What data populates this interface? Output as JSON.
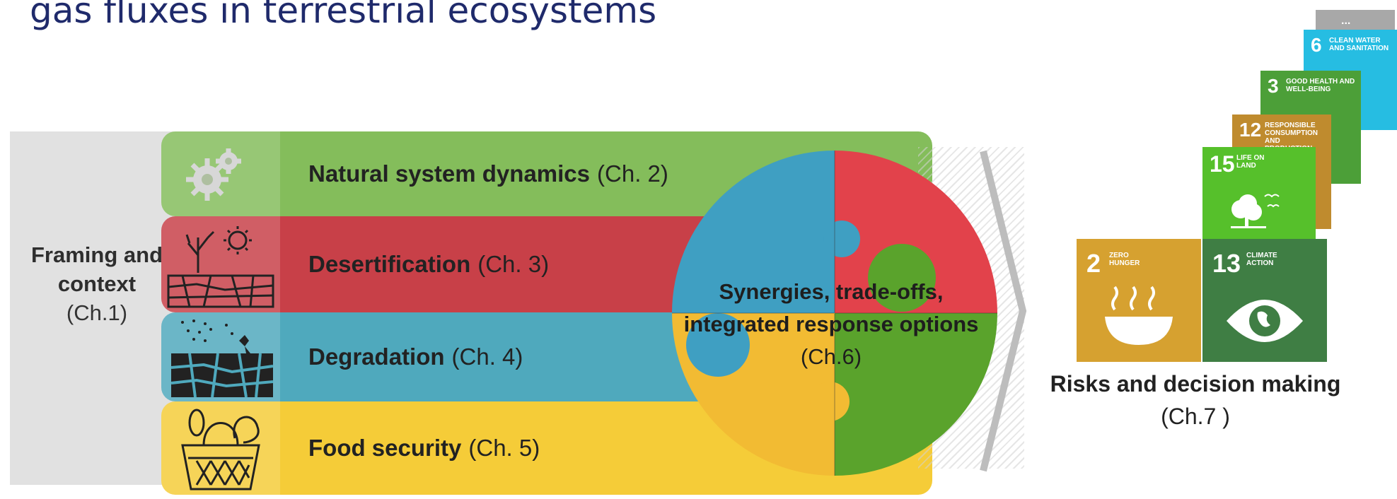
{
  "title": "gas fluxes in terrestrial ecosystems",
  "framing": {
    "label": "Framing and context",
    "ref": "(Ch.1)"
  },
  "bands": [
    {
      "label": "Natural system dynamics",
      "ref": "(Ch. 2)",
      "color": "#84bd5b",
      "icon": "gears-icon"
    },
    {
      "label": "Desertification",
      "ref": "(Ch. 3)",
      "color": "#c84048",
      "icon": "dry-tree-sun-icon"
    },
    {
      "label": "Degradation",
      "ref": "(Ch. 4)",
      "color": "#4fa9bd",
      "icon": "cracked-soil-icon"
    },
    {
      "label": "Food security",
      "ref": "(Ch. 5)",
      "color": "#f5cc38",
      "icon": "food-basket-icon"
    }
  ],
  "puzzle": {
    "text": "Synergies, trade-offs, integrated response options",
    "ref": "(Ch.6)",
    "colors": {
      "blue": "#3f9fc2",
      "red": "#e2424b",
      "yellow": "#f2bb33",
      "green": "#5aa32c"
    }
  },
  "risks": {
    "label": "Risks and decision making",
    "ref": "(Ch.7 )"
  },
  "sdgs": [
    {
      "number": "2",
      "label": "ZERO HUNGER",
      "color": "#d6a130",
      "icon": "bowl-icon"
    },
    {
      "number": "13",
      "label": "CLIMATE ACTION",
      "color": "#3f7e44",
      "icon": "eye-globe-icon"
    },
    {
      "number": "15",
      "label": "LIFE ON LAND",
      "color": "#56c02b",
      "icon": "tree-birds-icon"
    },
    {
      "number": "12",
      "label": "RESPONSIBLE CONSUMPTION AND PRODUCTION",
      "color": "#bf8b2e",
      "icon": "infinity-icon"
    },
    {
      "number": "3",
      "label": "GOOD HEALTH AND WELL-BEING",
      "color": "#4c9f38",
      "icon": "heartbeat-icon"
    },
    {
      "number": "6",
      "label": "CLEAN WATER AND SANITATION",
      "color": "#26bde2",
      "icon": "water-glass-icon"
    },
    {
      "number": "",
      "label": "...",
      "color": "#a8a8a8",
      "icon": "more-icon"
    }
  ]
}
